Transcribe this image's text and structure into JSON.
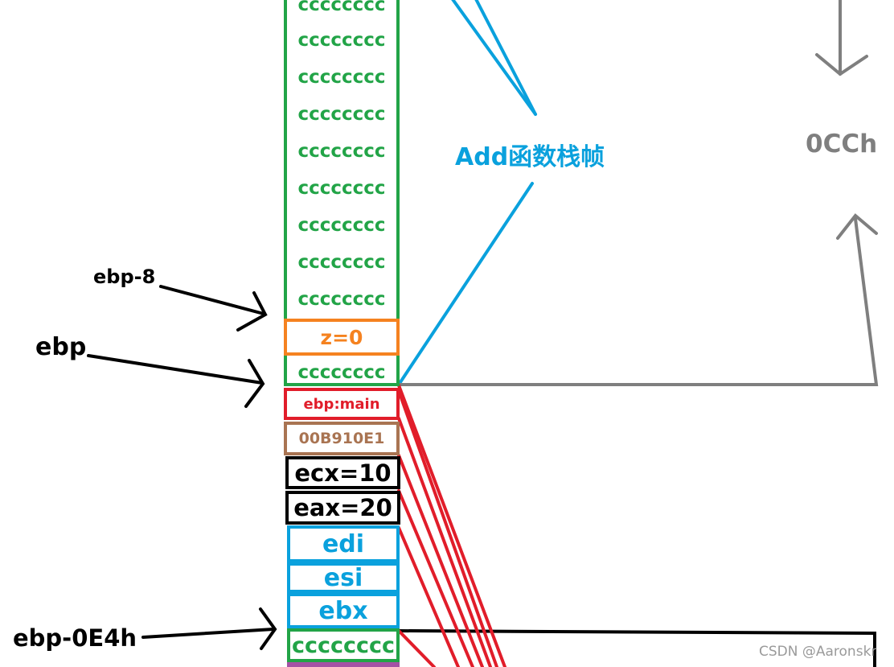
{
  "colors": {
    "green": "#22a447",
    "orange": "#f58220",
    "red": "#e11d2a",
    "brown": "#a97452",
    "black": "#000000",
    "blue": "#0aa1dd",
    "gray": "#7f7f7f",
    "purple": "#a552a5"
  },
  "stack": {
    "filler_text": "cccccccc",
    "z_cell": "z=0",
    "ebp_main": "ebp:main",
    "ret_addr": "00B910E1",
    "ecx": "ecx=10",
    "eax": "eax=20",
    "edi": "edi",
    "esi": "esi",
    "ebx": "ebx",
    "bottom_filler": "cccccccc"
  },
  "labels": {
    "ebp_minus_8": "ebp-8",
    "ebp": "ebp",
    "ebp_minus_e4h": "ebp-0E4h",
    "add_frame": "Add函数栈帧",
    "size": "0CCh"
  },
  "watermark": "CSDN @Aaronskr"
}
